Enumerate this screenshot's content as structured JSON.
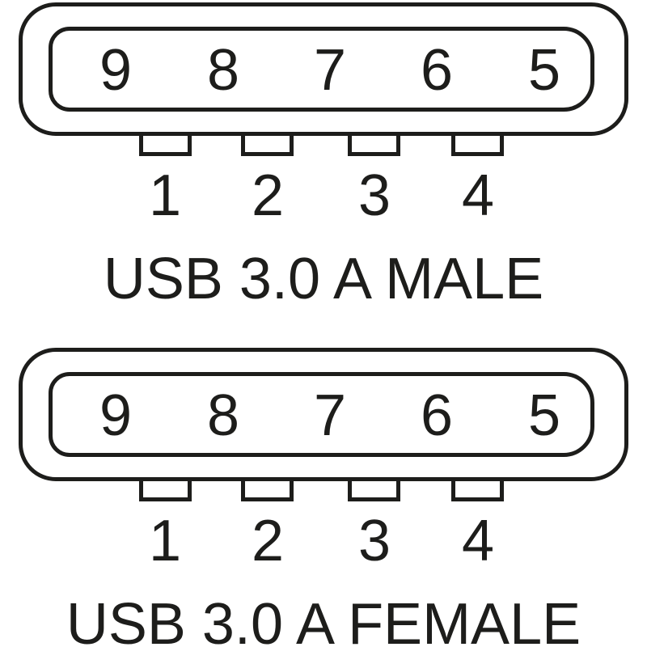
{
  "colors": {
    "background": "#ffffff",
    "line": "#1d1d1b",
    "text": "#1d1d1b"
  },
  "connectors": [
    {
      "name": "male",
      "caption": "USB 3.0 A MALE",
      "inner_pins": [
        "9",
        "8",
        "7",
        "6",
        "5"
      ],
      "outer_pins": [
        "1",
        "2",
        "3",
        "4"
      ]
    },
    {
      "name": "female",
      "caption": "USB 3.0 A FEMALE",
      "inner_pins": [
        "9",
        "8",
        "7",
        "6",
        "5"
      ],
      "outer_pins": [
        "1",
        "2",
        "3",
        "4"
      ]
    }
  ]
}
